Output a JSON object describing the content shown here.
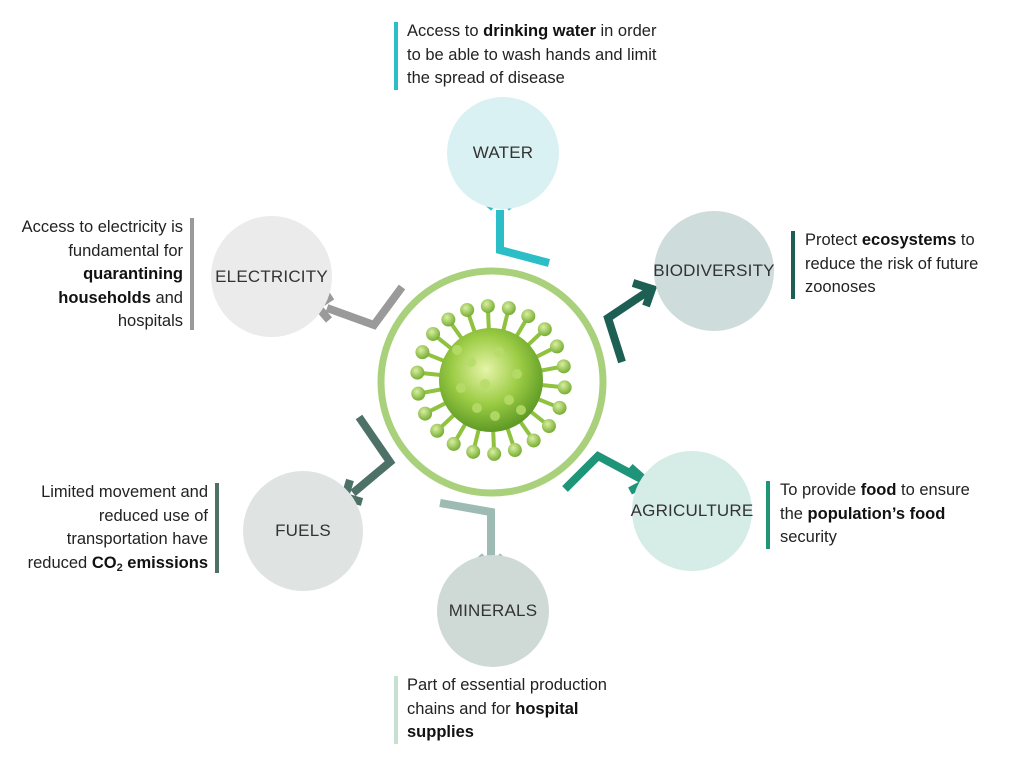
{
  "nodes": {
    "water": {
      "label": "WATER",
      "color": "#d9f1f3"
    },
    "biodiversity": {
      "label": "BIODIVERSITY",
      "color": "#cfdcdc"
    },
    "agriculture": {
      "label": "AGRICULTURE",
      "color": "#d6ece6"
    },
    "minerals": {
      "label": "MINERALS",
      "color": "#cfdad7"
    },
    "fuels": {
      "label": "FUELS",
      "color": "#dfe4e3"
    },
    "electricity": {
      "label": "ELECTRICITY",
      "color": "#ebebeb"
    }
  },
  "descriptions": {
    "water": {
      "part1": "Access to ",
      "bold1": "drinking water",
      "part2": "  in order to be able to wash hands and limit the spread of disease",
      "bar_color": "#2bbec6"
    },
    "biodiversity": {
      "part1": "Protect ",
      "bold1": "ecosystems",
      "part2": " to reduce the risk of future zoonoses",
      "bar_color": "#1d5f53"
    },
    "agriculture": {
      "part1": "To provide ",
      "bold1": "food",
      "part2": " to ensure the ",
      "bold2": "population’s food",
      "part3": " security",
      "bar_color": "#1e9479"
    },
    "minerals": {
      "part1": "Part of essential production chains and for ",
      "bold1": "hospital supplies",
      "bar_color": "#c6e0d2"
    },
    "fuels": {
      "part1": "Limited movement and reduced use of transportation have reduced ",
      "bold1": "CO",
      "sub": "2",
      "bold2": " emissions",
      "bar_color": "#4d7167"
    },
    "electricity": {
      "part1": "Access to electricity is fundamental for ",
      "bold1": "quarantining households",
      "part2": " and hospitals",
      "bar_color": "#9a9a9a"
    }
  },
  "colors": {
    "ring": "#a9d07a",
    "virus": "#8fc23f",
    "arrow_water": "#2bbec6",
    "arrow_biodiversity": "#1d5f53",
    "arrow_agriculture": "#1e9479",
    "arrow_minerals": "#9dbab3",
    "arrow_fuels": "#4d7167",
    "arrow_electricity": "#9a9a9a"
  }
}
